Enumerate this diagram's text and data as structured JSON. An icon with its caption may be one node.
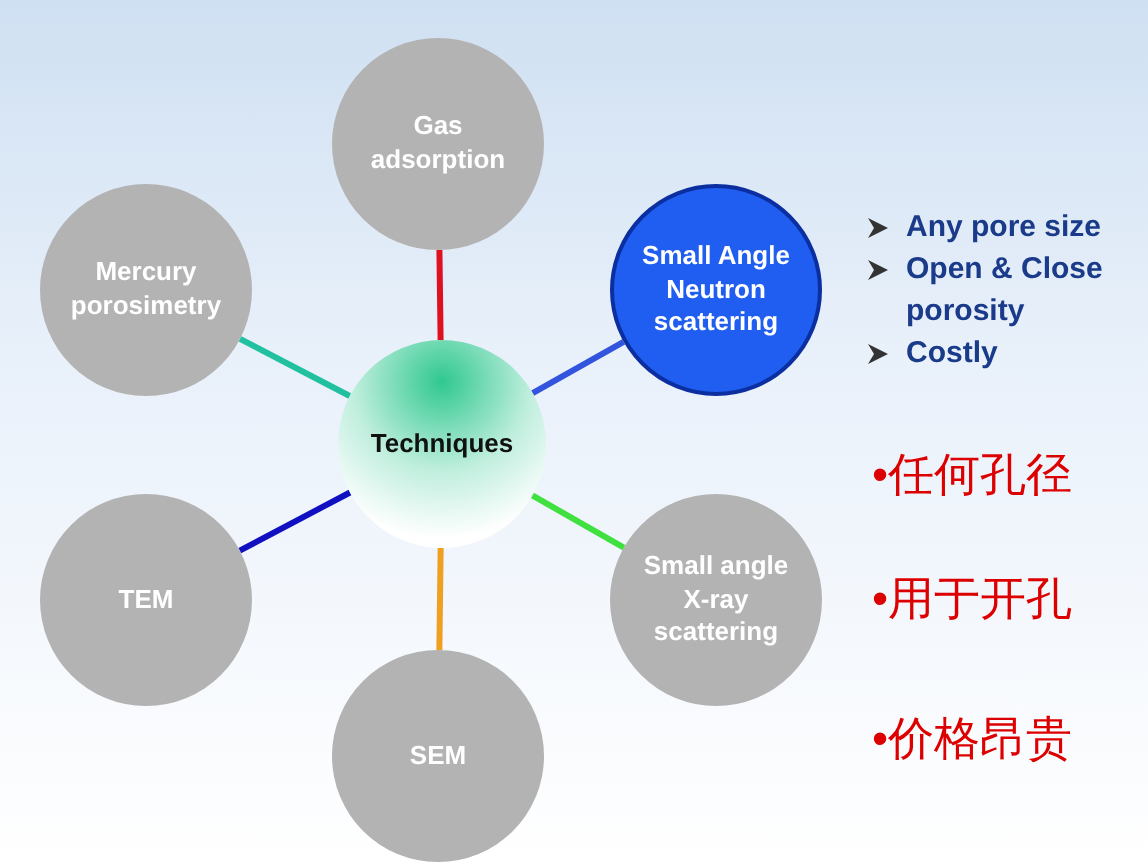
{
  "diagram": {
    "nodes": [
      {
        "text": [
          "Gas adsorption"
        ]
      },
      {
        "text": [
          "Mercury porosimetry"
        ]
      },
      {
        "text": [
          "Small Angle Neutron scattering"
        ]
      },
      {
        "text": [
          "Techniques"
        ]
      },
      {
        "text": [
          "TEM"
        ]
      },
      {
        "text": [
          "Small angle X-ray scattering"
        ]
      },
      {
        "text": [
          "SEM"
        ]
      }
    ],
    "edges": [
      {
        "from": 3,
        "to": 0,
        "arrow": "none",
        "color": "#e01020"
      },
      {
        "from": 3,
        "to": 1,
        "arrow": "none",
        "color": "#20c0a0"
      },
      {
        "from": 3,
        "to": 2,
        "arrow": "none",
        "color": "#3355dd"
      },
      {
        "from": 3,
        "to": 4,
        "arrow": "none",
        "color": "#1010c0"
      },
      {
        "from": 3,
        "to": 5,
        "arrow": "none",
        "color": "#40e040"
      },
      {
        "from": 3,
        "to": 6,
        "arrow": "none",
        "color": "#f0a020"
      }
    ],
    "labels": [
      "Any pore size",
      "Open & Close porosity",
      "Costly",
      "•任何孔径",
      "•用于开孔",
      "•价格昂贵"
    ]
  }
}
